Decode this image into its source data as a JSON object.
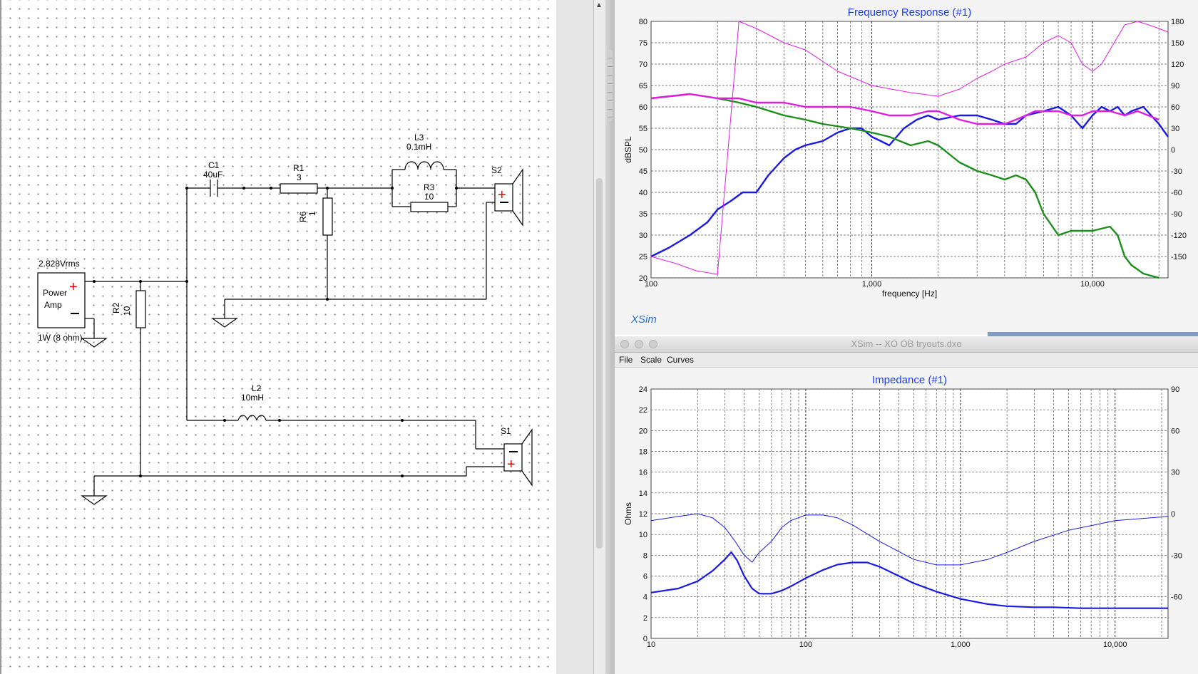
{
  "schematic": {
    "source": {
      "voltage": "2.828Vrms",
      "name_line1": "Power",
      "name_line2": "Amp",
      "rating": "1W (8 ohm)",
      "plus": "+",
      "minus": "—"
    },
    "components": {
      "C1": {
        "ref": "C1",
        "value": "40uF"
      },
      "R1": {
        "ref": "R1",
        "value": "3"
      },
      "L3": {
        "ref": "L3",
        "value": "0.1mH"
      },
      "R3": {
        "ref": "R3",
        "value": "10"
      },
      "R6": {
        "ref": "R6",
        "value": "1"
      },
      "R2": {
        "ref": "R2",
        "value": "10"
      },
      "L2": {
        "ref": "L2",
        "value": "10mH"
      },
      "S2": {
        "ref": "S2"
      },
      "S1": {
        "ref": "S1"
      }
    }
  },
  "frequency_response": {
    "title": "Frequency Response (#1)",
    "xlabel": "frequency [Hz]",
    "ylabel": "dBSPL",
    "x_ticks": [
      "100",
      "1,000",
      "10,000"
    ],
    "y_ticks": [
      "80",
      "75",
      "70",
      "65",
      "60",
      "55",
      "50",
      "45",
      "40",
      "35",
      "30",
      "25",
      "20"
    ],
    "y2_ticks": [
      "180",
      "150",
      "120",
      "90",
      "60",
      "30",
      "0",
      "-30",
      "-60",
      "-90",
      "-120",
      "-150"
    ],
    "watermark": "XSim"
  },
  "impedance_window": {
    "window_title": "XSim -- XO OB tryouts.dxo",
    "menu": {
      "file": "File",
      "scale": "Scale",
      "curves": "Curves"
    },
    "title": "Impedance (#1)",
    "ylabel": "Ohms",
    "x_ticks": [
      "10",
      "100",
      "1,000",
      "10,000"
    ],
    "y_ticks": [
      "24",
      "22",
      "20",
      "18",
      "16",
      "14",
      "12",
      "10",
      "8",
      "6",
      "4",
      "2",
      "0"
    ],
    "y2_ticks": [
      "90",
      "60",
      "30",
      "0",
      "-30",
      "-60"
    ]
  },
  "chart_data": [
    {
      "type": "line",
      "title": "Frequency Response (#1)",
      "xlabel": "frequency [Hz]",
      "ylabel": "dBSPL",
      "xscale": "log",
      "xlim": [
        100,
        22000
      ],
      "ylim": [
        20,
        80
      ],
      "y2lim": [
        -180,
        180
      ],
      "grid": true,
      "series": [
        {
          "color": "#1a1ae6",
          "x": [
            100,
            120,
            150,
            180,
            200,
            230,
            260,
            300,
            340,
            400,
            450,
            500,
            600,
            700,
            800,
            900,
            1000,
            1100,
            1200,
            1400,
            1600,
            1800,
            2000,
            2500,
            3000,
            3500,
            4000,
            4500,
            5000,
            6000,
            7000,
            8000,
            9000,
            10000,
            11000,
            12000,
            13000,
            14000,
            15000,
            17000,
            20000,
            22000
          ],
          "y": [
            25,
            27,
            30,
            33,
            36,
            38,
            40,
            40,
            44,
            48,
            50,
            51,
            52,
            54,
            55,
            55,
            53,
            52,
            51,
            55,
            57,
            58,
            57,
            58,
            58,
            57,
            56,
            56,
            58,
            59,
            60,
            58,
            55,
            58,
            60,
            59,
            60,
            58,
            59,
            60,
            56,
            53
          ]
        },
        {
          "color": "#1a8f1a",
          "x": [
            100,
            150,
            200,
            250,
            300,
            400,
            500,
            600,
            800,
            1000,
            1200,
            1500,
            1800,
            2000,
            2500,
            3000,
            3500,
            4000,
            4500,
            5000,
            5500,
            6000,
            7000,
            8000,
            9000,
            10000,
            12000,
            13000,
            14000,
            15000,
            17000,
            20000
          ],
          "y": [
            62,
            63,
            62,
            61,
            60,
            58,
            57,
            56,
            55,
            54,
            53,
            51,
            52,
            51,
            47,
            45,
            44,
            43,
            44,
            43,
            40,
            35,
            30,
            31,
            31,
            31,
            32,
            30,
            25,
            23,
            21,
            20
          ]
        },
        {
          "color": "#e01ee0",
          "x": [
            100,
            150,
            200,
            250,
            300,
            400,
            500,
            600,
            800,
            1000,
            1200,
            1500,
            1800,
            2000,
            2500,
            3000,
            3500,
            4000,
            4500,
            5000,
            5500,
            6000,
            7000,
            8000,
            9000,
            10000,
            12000,
            14000,
            16000,
            20000
          ],
          "y": [
            62,
            63,
            62,
            62,
            61,
            61,
            60,
            60,
            60,
            59,
            58,
            58,
            59,
            59,
            57,
            56,
            56,
            56,
            57,
            58,
            59,
            59,
            59,
            58,
            58,
            59,
            59,
            58,
            59,
            57
          ]
        },
        {
          "color": "#e01ee0",
          "axis": "phase",
          "x": [
            100,
            130,
            160,
            200,
            250,
            300,
            400,
            500,
            700,
            1000,
            1500,
            2000,
            2500,
            3000,
            3500,
            4000,
            5000,
            6000,
            7000,
            8000,
            9000,
            10000,
            11000,
            12000,
            14000,
            16000,
            18000,
            20000,
            22000
          ],
          "y": [
            -150,
            -160,
            -170,
            -175,
            180,
            170,
            150,
            140,
            110,
            90,
            80,
            75,
            85,
            100,
            110,
            120,
            130,
            150,
            160,
            150,
            120,
            110,
            120,
            140,
            175,
            180,
            175,
            170,
            165
          ]
        }
      ]
    },
    {
      "type": "line",
      "title": "Impedance (#1)",
      "ylabel": "Ohms",
      "xscale": "log",
      "xlim": [
        10,
        22000
      ],
      "ylim": [
        0,
        24
      ],
      "y2lim": [
        -90,
        90
      ],
      "grid": true,
      "series": [
        {
          "color": "#1a1ae6",
          "x": [
            10,
            15,
            20,
            25,
            30,
            33,
            36,
            40,
            45,
            50,
            60,
            70,
            80,
            100,
            130,
            160,
            200,
            250,
            300,
            400,
            500,
            700,
            1000,
            1500,
            2000,
            3000,
            4000,
            6000,
            8000,
            10000,
            15000,
            22000
          ],
          "y": [
            4.4,
            4.8,
            5.5,
            6.5,
            7.6,
            8.3,
            7.5,
            6.0,
            4.8,
            4.3,
            4.3,
            4.6,
            5.0,
            5.8,
            6.6,
            7.1,
            7.3,
            7.3,
            6.9,
            6.0,
            5.3,
            4.5,
            3.8,
            3.3,
            3.1,
            3.0,
            3.0,
            2.9,
            2.9,
            2.9,
            2.9,
            2.9
          ]
        },
        {
          "color": "#1a1ae6",
          "axis": "phase",
          "x": [
            10,
            15,
            20,
            25,
            30,
            35,
            40,
            45,
            50,
            60,
            70,
            80,
            100,
            130,
            160,
            200,
            300,
            500,
            700,
            1000,
            1500,
            2000,
            3000,
            5000,
            10000,
            22000
          ],
          "y": [
            -5,
            -2,
            0,
            -3,
            -10,
            -20,
            -30,
            -35,
            -28,
            -20,
            -10,
            -5,
            -1,
            -1,
            -3,
            -8,
            -20,
            -33,
            -37,
            -37,
            -33,
            -28,
            -20,
            -12,
            -5,
            -2
          ]
        }
      ]
    }
  ]
}
